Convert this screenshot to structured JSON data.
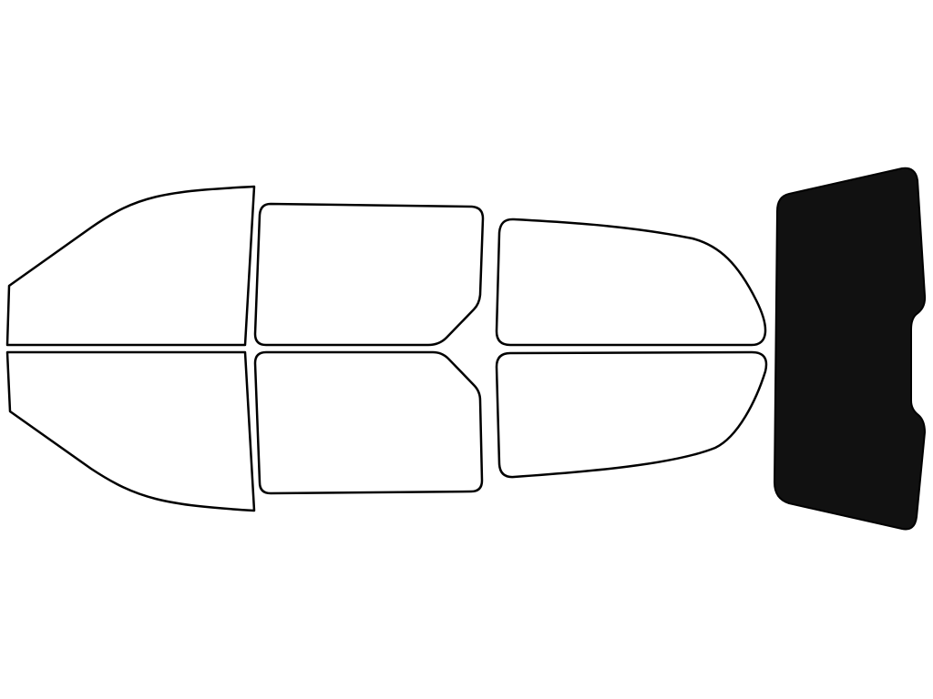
{
  "colors": {
    "background": "#ffffff",
    "outline": "#000000",
    "untinted_fill": "#ffffff",
    "tinted_fill": "#111111"
  },
  "windows": [
    {
      "id": "front-door-left",
      "tinted": false
    },
    {
      "id": "front-door-right",
      "tinted": false
    },
    {
      "id": "rear-door-left",
      "tinted": false
    },
    {
      "id": "rear-door-right",
      "tinted": false
    },
    {
      "id": "quarter-left",
      "tinted": false
    },
    {
      "id": "quarter-right",
      "tinted": false
    },
    {
      "id": "rear-windshield",
      "tinted": true
    }
  ]
}
